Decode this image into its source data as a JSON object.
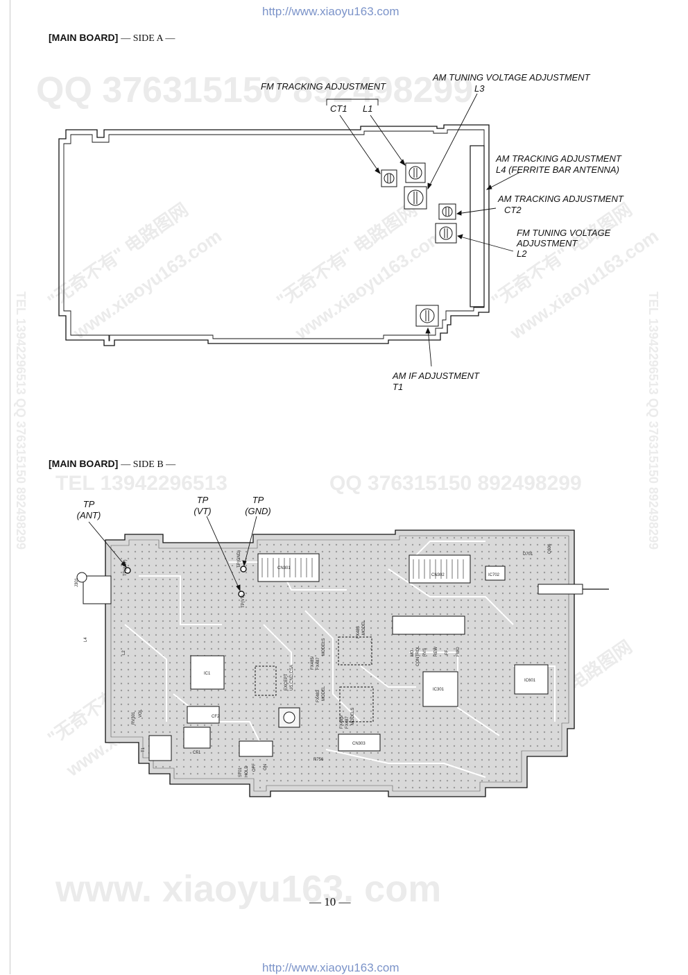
{
  "header": {
    "url": "http://www.xiaoyu163.com"
  },
  "footer": {
    "url": "http://www.xiaoyu163.com",
    "page_number": "— 10 —"
  },
  "side_a": {
    "title": "[MAIN BOARD]",
    "side": "— SIDE A —",
    "labels": {
      "fm_tracking": "FM TRACKING ADJUSTMENT",
      "ct1": "CT1",
      "l1": "L1",
      "am_tuning_1": "AM TUNING VOLTAGE ADJUSTMENT",
      "am_tuning_2": "L3",
      "am_tracking_l4_1": "AM TRACKING ADJUSTMENT",
      "am_tracking_l4_2": "L4 (FERRITE BAR ANTENNA)",
      "am_tracking_ct2_1": "AM TRACKING ADJUSTMENT",
      "am_tracking_ct2_2": "CT2",
      "fm_tuning_1": "FM TUNING VOLTAGE",
      "fm_tuning_2": "ADJUSTMENT",
      "fm_tuning_3": "L2",
      "am_if_1": "AM IF ADJUSTMENT",
      "am_if_2": "T1"
    }
  },
  "side_b": {
    "title": "[MAIN BOARD]",
    "side": "— SIDE B —",
    "labels": {
      "tp_ant_1": "TP",
      "tp_ant_2": "(ANT)",
      "tp_vt_1": "TP",
      "tp_vt_2": "(VT)",
      "tp_gnd_1": "TP",
      "tp_gnd_2": "(GND)"
    },
    "board_text": {
      "j301": "J301",
      "l4": "L4",
      "l2": "L2",
      "cn301": "CN301",
      "cn302": "CN302",
      "cn303": "CN303",
      "ic1": "IC1",
      "ic301": "IC301",
      "ic601": "IC601",
      "ic702": "IC702",
      "cf1": "CF1",
      "cf2": "CF2",
      "t1": "T1",
      "rv301": "RV301",
      "vol": "VOL",
      "s701": "S701",
      "hold": "HOLD",
      "off": "OFF",
      "on": "ON",
      "r756": "R756",
      "c606": "C606",
      "d701": "D701",
      "tp_ant": "TP(ANT)",
      "tp_vt": "TP(VT)",
      "tp_gnd": "TP(GND)",
      "except": "EXCEPT",
      "us_cnd": "US,CND,CSA",
      "fx485_a": "FX485/",
      "fx487_a": "FX487",
      "models_a": "MODELS",
      "fx483_a": "FX483",
      "model_a": "MODEL",
      "fx483_b": "FX483",
      "model_b": "MODEL",
      "fx485_b": "FX485/",
      "fx487_b": "FX487",
      "models_b": "MODELS",
      "md_control": "MD",
      "control": "CONTROL",
      "rvs": "RVS",
      "rew": "REW",
      "ff": "FF",
      "fwd": "FWD"
    }
  },
  "watermarks": {
    "qq_top": "QQ 376315150  892498299",
    "tel_mid": "TEL 13942296513",
    "qq_mid": "QQ 376315150  892498299",
    "wm_cn": "\"无奇不有\" 电路图网",
    "wm_site": "www.xiaoyu163.com",
    "bottom": "www. xiaoyu163. com",
    "side_right": "TEL 13942296513  QQ 376315150  892498299",
    "side_left": "TEL 13942296513  QQ 376315150  892498299"
  }
}
